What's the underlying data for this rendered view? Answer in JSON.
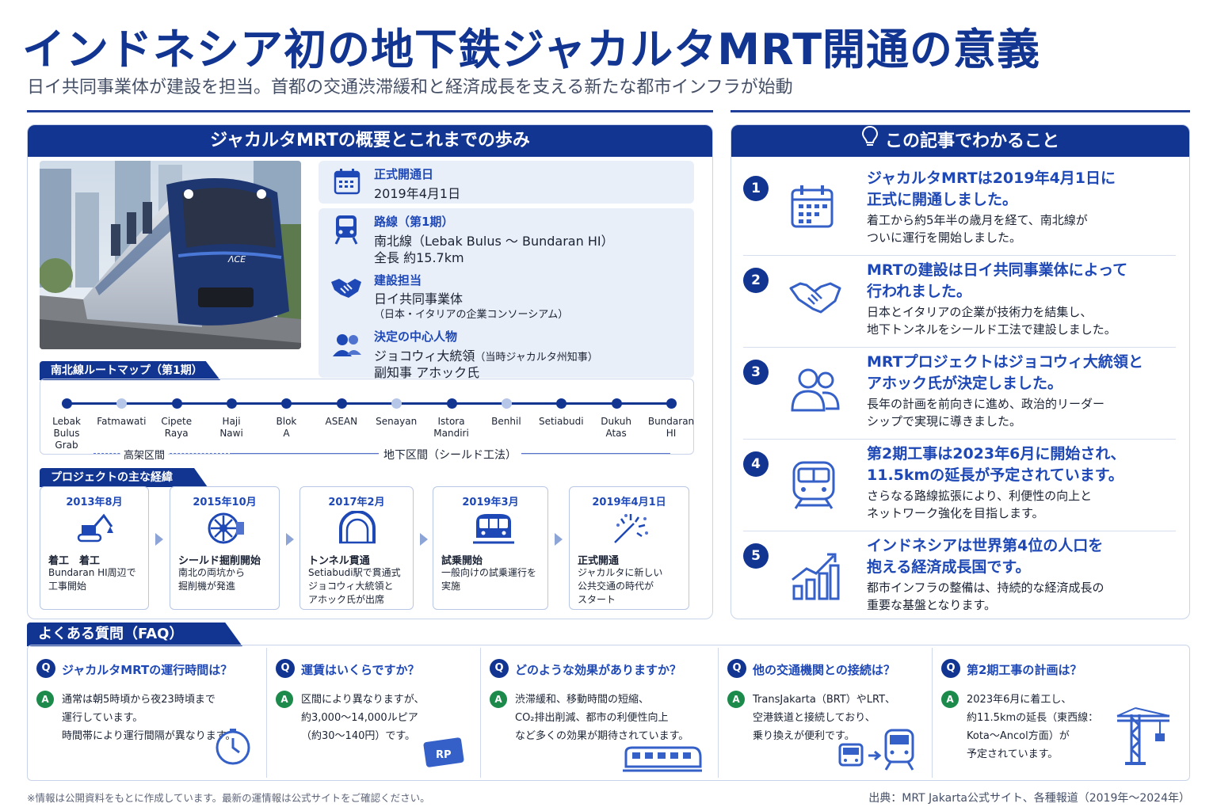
{
  "header": {
    "title": "インドネシア初の地下鉄ジャカルタMRT開通の意義",
    "subtitle": "日イ共同事業体が建設を担当。首都の交通渋滞緩和と経済成長を支える新たな都市インフラが始動"
  },
  "overview": {
    "heading": "ジャカルタMRTの概要とこれまでの歩み",
    "train_logo": "ΛCE",
    "opening": {
      "label": "正式開通日",
      "value": "2019年4月1日"
    },
    "line": {
      "label": "路線（第1期）",
      "value1": "南北線（Lebak Bulus 〜 Bundaran HI）",
      "value2": "全長 約15.7km"
    },
    "builder": {
      "label": "建設担当",
      "value1": "日イ共同事業体",
      "value2": "（日本・イタリアの企業コンソーシアム）"
    },
    "people": {
      "label": "決定の中心人物",
      "value1": "ジョコウィ大統領",
      "value1_note": "（当時ジャカルタ州知事）",
      "value2": "副知事 アホック氏"
    }
  },
  "route_map": {
    "tag": "南北線ルートマップ（第1期）",
    "stations": [
      {
        "name": "Lebak\nBulus\nGrab",
        "light": false
      },
      {
        "name": "Fatmawati",
        "light": true
      },
      {
        "name": "Cipete\nRaya",
        "light": false
      },
      {
        "name": "Haji\nNawi",
        "light": false
      },
      {
        "name": "Blok\nA",
        "light": false
      },
      {
        "name": "ASEAN",
        "light": false
      },
      {
        "name": "Senayan",
        "light": true
      },
      {
        "name": "Istora\nMandiri",
        "light": false
      },
      {
        "name": "Benhil",
        "light": true
      },
      {
        "name": "Setiabudi",
        "light": false
      },
      {
        "name": "Dukuh\nAtas",
        "light": false
      },
      {
        "name": "Bundaran\nHI",
        "light": false
      }
    ],
    "elevated_label": "高架区間",
    "underground_label": "地下区間（シールド工法）"
  },
  "milestones": {
    "tag": "プロジェクトの主な経緯",
    "items": [
      {
        "date": "2013年8月",
        "title": "着工　着工",
        "body": "Bundaran HI周辺で\n工事開始",
        "icon": "excavator-icon"
      },
      {
        "date": "2015年10月",
        "title": "シールド掘削開始",
        "body": "南北の両坑から\n掘削機が発進",
        "icon": "tunnel-boring-machine-icon"
      },
      {
        "date": "2017年2月",
        "title": "トンネル貫通",
        "body": "Setiabudi駅で貫通式\nジョコウィ大統領と\nアホック氏が出席",
        "icon": "tunnel-icon"
      },
      {
        "date": "2019年3月",
        "title": "試乗開始",
        "body": "一般向けの試乗運行を\n実施",
        "icon": "train-front-icon"
      },
      {
        "date": "2019年4月1日",
        "title": "正式開通",
        "body": "ジャカルタに新しい\n公共交通の時代が\nスタート",
        "icon": "celebration-icon"
      }
    ]
  },
  "takeaways": {
    "heading": "この記事でわかること",
    "items": [
      {
        "num": "1",
        "title1": "ジャカルタMRTは2019年4月1日に",
        "title2": "正式に開通しました。",
        "body1": "着工から約5年半の歳月を経て、南北線が",
        "body2": "ついに運行を開始しました。",
        "icon": "calendar-icon"
      },
      {
        "num": "2",
        "title1": "MRTの建設は日イ共同事業体によって",
        "title2": "行われました。",
        "body1": "日本とイタリアの企業が技術力を結集し、",
        "body2": "地下トンネルをシールド工法で建設しました。",
        "icon": "handshake-icon"
      },
      {
        "num": "3",
        "title1": "MRTプロジェクトはジョコウィ大統領と",
        "title2": "アホック氏が決定しました。",
        "body1": "長年の計画を前向きに進め、政治的リーダー",
        "body2": "シップで実現に導きました。",
        "icon": "people-icon"
      },
      {
        "num": "4",
        "title1": "第2期工事は2023年6月に開始され、",
        "title2": "11.5kmの延長が予定されています。",
        "body1": "さらなる路線拡張により、利便性の向上と",
        "body2": "ネットワーク強化を目指します。",
        "icon": "train-icon"
      },
      {
        "num": "5",
        "title1": "インドネシアは世界第4位の人口を",
        "title2": "抱える経済成長国です。",
        "body1": "都市インフラの整備は、持続的な経済成長の",
        "body2": "重要な基盤となります。",
        "icon": "growth-chart-icon"
      }
    ]
  },
  "faq": {
    "heading": "よくある質問（FAQ）",
    "q_badge": "Q",
    "a_badge": "A",
    "items": [
      {
        "q": "ジャカルタMRTの運行時間は？",
        "a": "通常は朝5時頃から夜23時頃まで\n運行しています。\n時間帯により運行間隔が異なります。",
        "icon": "clock-icon"
      },
      {
        "q": "運賃はいくらですか？",
        "a": "区間により異なりますが、\n約3,000〜14,000ルピア\n（約30〜140円）です。",
        "icon": "fare-card-icon",
        "card_text": "RP"
      },
      {
        "q": "どのような効果がありますか？",
        "a": "渋滞緩和、移動時間の短縮、\nCO₂排出削減、都市の利便性向上\nなど多くの効果が期待されています。",
        "icon": "train-side-icon"
      },
      {
        "q": "他の交通機関との接続は？",
        "a": "TransJakarta（BRT）やLRT、\n空港鉄道と接続しており、\n乗り換えが便利です。",
        "icon": "bus-to-train-icon"
      },
      {
        "q": "第2期工事の計画は？",
        "a": "2023年6月に着工し、\n約11.5kmの延長（東西線：\nKota〜Ancol方面）が\n予定されています。",
        "icon": "crane-icon"
      }
    ]
  },
  "footer": {
    "note": "※情報は公開資料をもとに作成しています。最新の運情報は公式サイトをご確認ください。",
    "source": "出典：MRT Jakarta公式サイト、各種報道（2019年〜2024年）"
  },
  "colors": {
    "navy": "#123592",
    "accent": "#1e48b6",
    "answer": "#1b8a4a"
  }
}
